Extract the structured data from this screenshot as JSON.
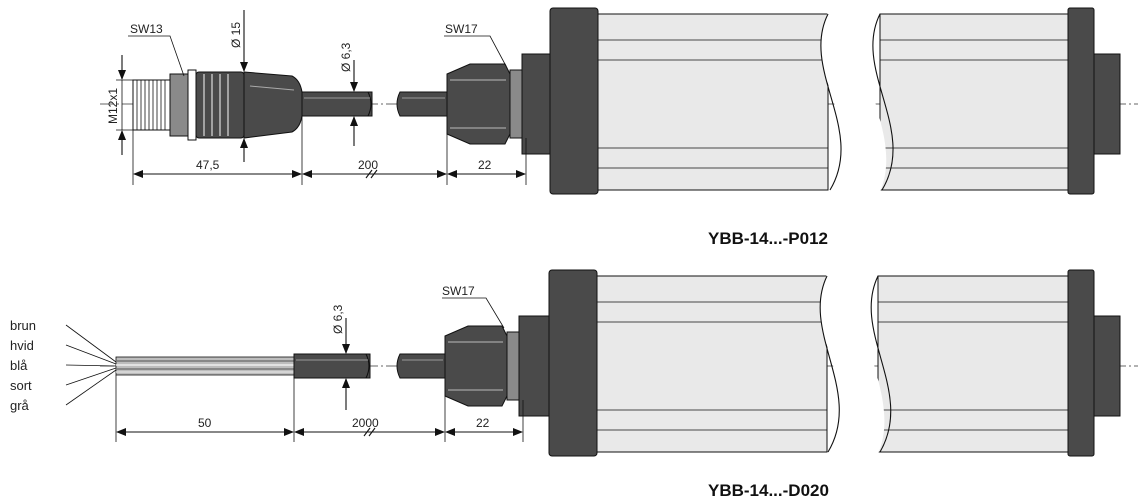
{
  "top": {
    "title": "YBB-14...-P012",
    "labels": {
      "wrench_connector": "SW13",
      "wrench_gland": "SW17",
      "thread": "M12x1",
      "dia_connector": "Ø 15",
      "dia_cable": "Ø 6,3",
      "len_connector": "47,5",
      "len_cable": "200",
      "len_gland": "22"
    }
  },
  "bottom": {
    "title": "YBB-14...-D020",
    "labels": {
      "wrench_gland": "SW17",
      "dia_cable": "Ø 6,3",
      "len_wires": "50",
      "len_cable": "2000",
      "len_gland": "22"
    },
    "wires": [
      "brun",
      "hvid",
      "blå",
      "sort",
      "grå"
    ]
  }
}
